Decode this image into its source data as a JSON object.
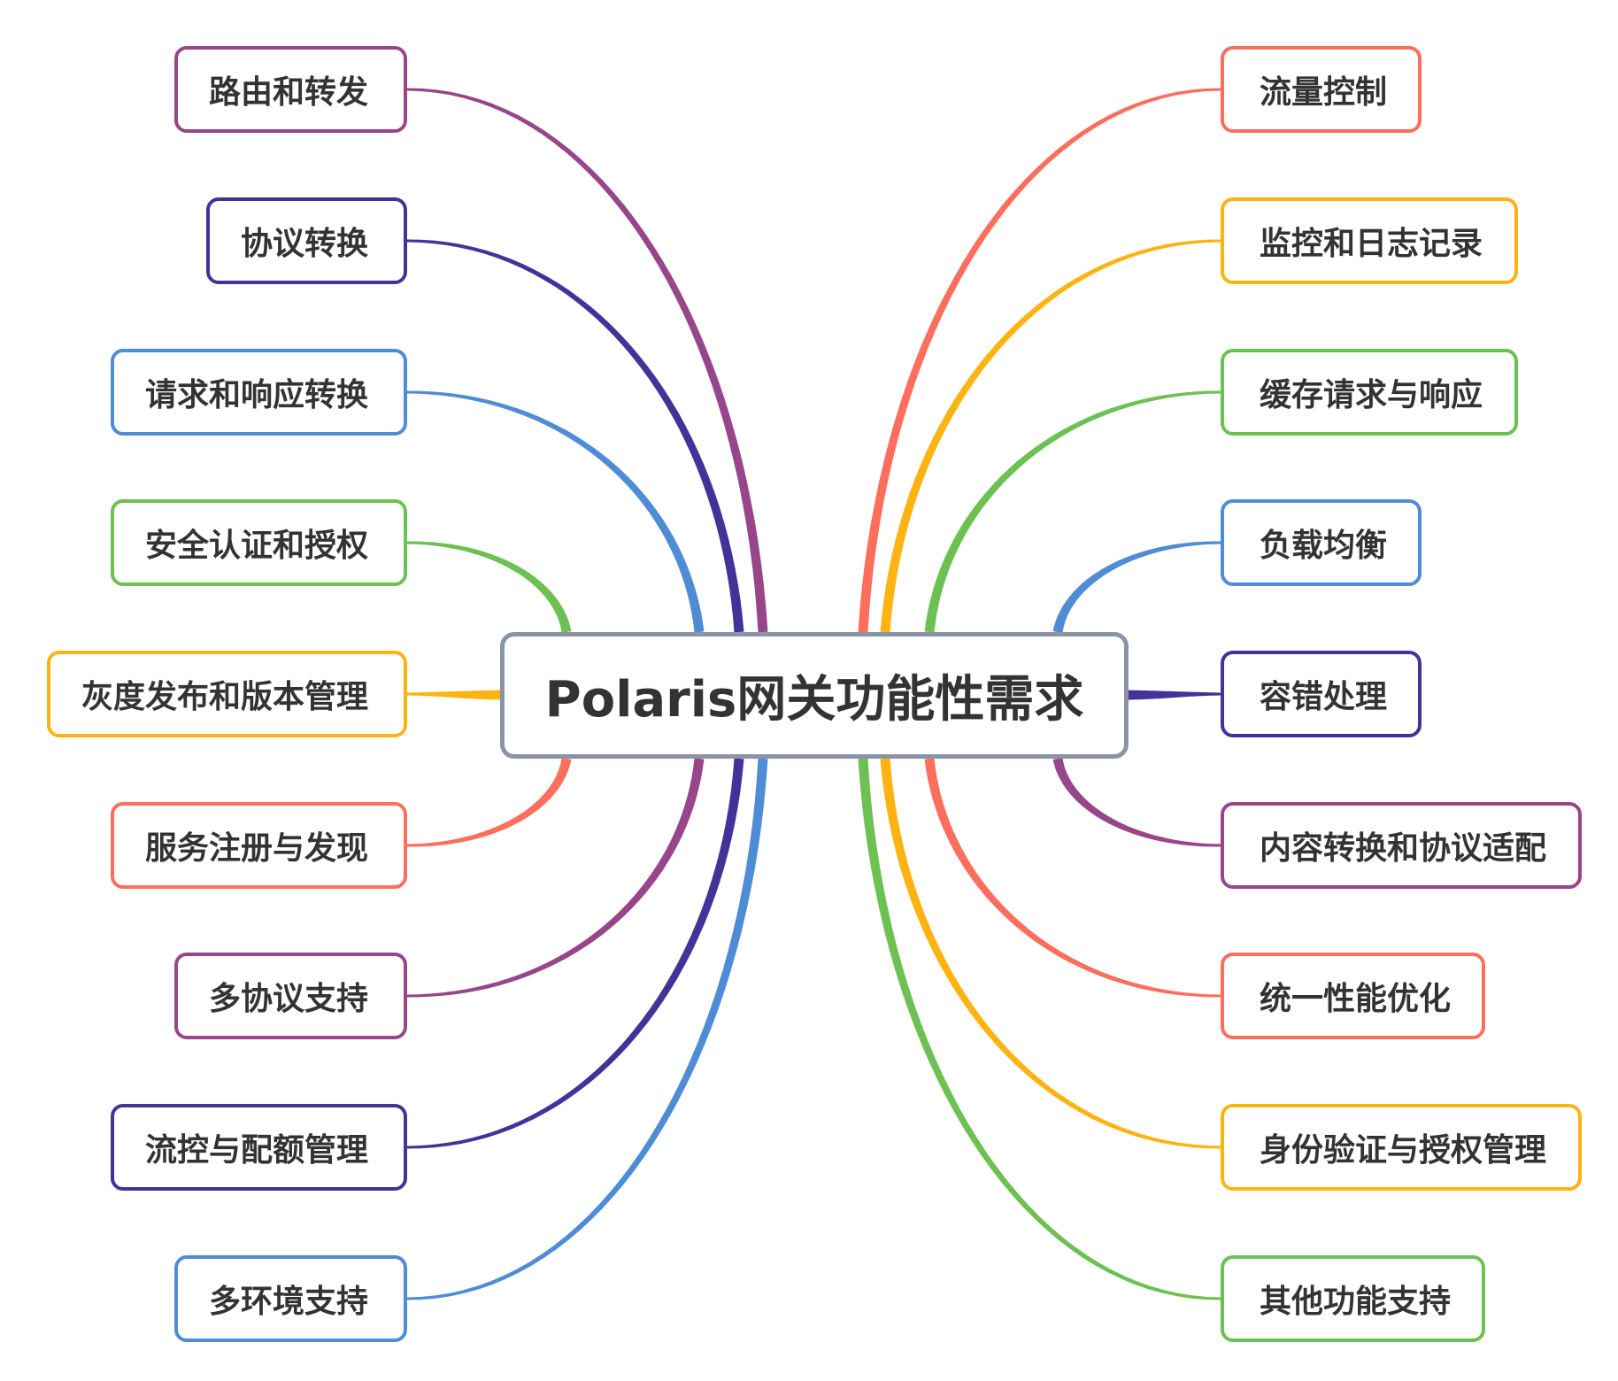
{
  "root": {
    "label": "Polaris网关功能性需求",
    "border_color": "#8a94a6"
  },
  "colors": {
    "purple": "#98468a",
    "indigo": "#433399",
    "blue": "#4f8cd6",
    "green": "#6cc152",
    "amber": "#fdb312",
    "coral": "#fe6e5c"
  },
  "left_branches": [
    {
      "label": "路由和转发",
      "color": "#98468a"
    },
    {
      "label": "协议转换",
      "color": "#433399"
    },
    {
      "label": "请求和响应转换",
      "color": "#4f8cd6"
    },
    {
      "label": "安全认证和授权",
      "color": "#6cc152"
    },
    {
      "label": "灰度发布和版本管理",
      "color": "#fdb312"
    },
    {
      "label": "服务注册与发现",
      "color": "#fe6e5c"
    },
    {
      "label": "多协议支持",
      "color": "#98468a"
    },
    {
      "label": "流控与配额管理",
      "color": "#433399"
    },
    {
      "label": "多环境支持",
      "color": "#4f8cd6"
    }
  ],
  "right_branches": [
    {
      "label": "流量控制",
      "color": "#fe6e5c"
    },
    {
      "label": "监控和日志记录",
      "color": "#fdb312"
    },
    {
      "label": "缓存请求与响应",
      "color": "#6cc152"
    },
    {
      "label": "负载均衡",
      "color": "#4f8cd6"
    },
    {
      "label": "容错处理",
      "color": "#433399"
    },
    {
      "label": "内容转换和协议适配",
      "color": "#98468a"
    },
    {
      "label": "统一性能优化",
      "color": "#fe6e5c"
    },
    {
      "label": "身份验证与授权管理",
      "color": "#fdb312"
    },
    {
      "label": "其他功能支持",
      "color": "#6cc152"
    }
  ]
}
